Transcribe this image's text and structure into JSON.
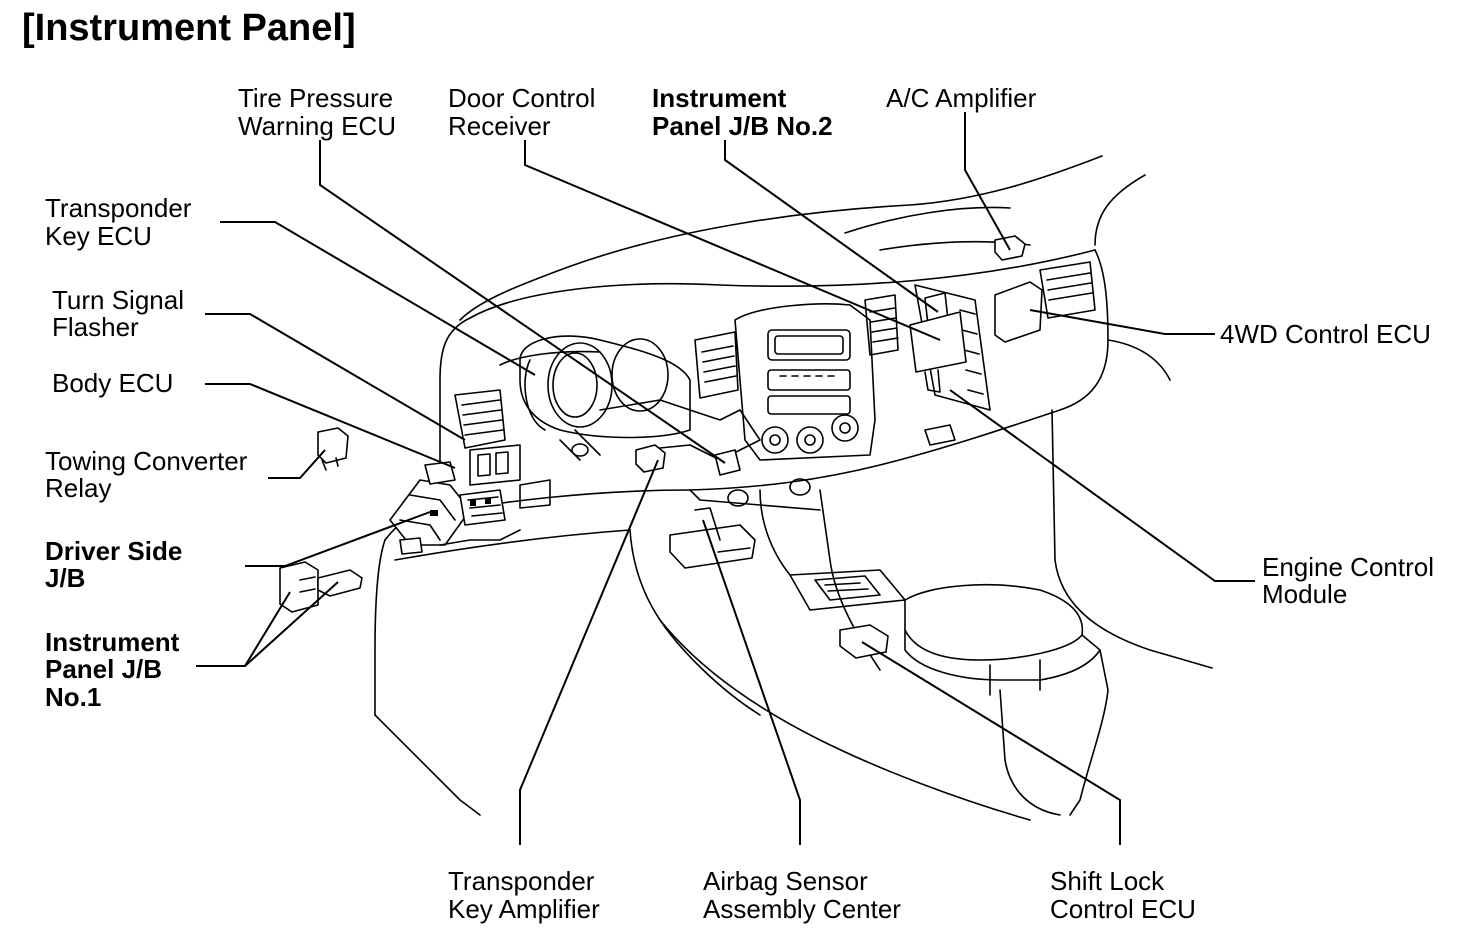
{
  "title": "[Instrument Panel]",
  "labels": {
    "tire_pressure": [
      "Tire Pressure",
      "Warning ECU"
    ],
    "door_control": [
      "Door Control",
      "Receiver"
    ],
    "ip_jb2": [
      "Instrument",
      "Panel J/B No.2"
    ],
    "ac_amp": [
      "A/C Amplifier"
    ],
    "transponder_ecu": [
      "Transponder",
      "Key ECU"
    ],
    "turn_signal": [
      "Turn Signal",
      "Flasher"
    ],
    "body_ecu": [
      "Body ECU"
    ],
    "towing": [
      "Towing Converter",
      "Relay"
    ],
    "driver_jb": [
      "Driver Side",
      "J/B"
    ],
    "ip_jb1": [
      "Instrument",
      "Panel J/B",
      "No.1"
    ],
    "wd4": [
      "4WD Control ECU"
    ],
    "ecm": [
      "Engine Control",
      "Module"
    ],
    "transponder_amp": [
      "Transponder",
      "Key Amplifier"
    ],
    "airbag": [
      "Airbag Sensor",
      "Assembly Center"
    ],
    "shift_lock": [
      "Shift Lock",
      "Control ECU"
    ]
  }
}
